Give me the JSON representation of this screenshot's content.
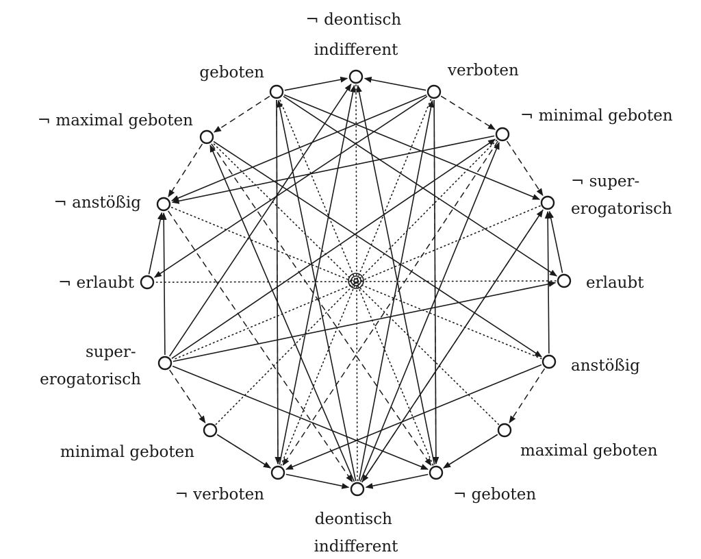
{
  "nodes": [
    {
      "id": "n0",
      "lines": [
        "¬ deontisch",
        "indifferent"
      ]
    },
    {
      "id": "n1",
      "lines": [
        "verboten"
      ]
    },
    {
      "id": "n2",
      "lines": [
        "¬ minimal geboten"
      ]
    },
    {
      "id": "n3",
      "lines": [
        "¬ super-",
        "erogatorisch"
      ]
    },
    {
      "id": "n4",
      "lines": [
        "erlaubt"
      ]
    },
    {
      "id": "n5",
      "lines": [
        "anstößig"
      ]
    },
    {
      "id": "n6",
      "lines": [
        "maximal geboten"
      ]
    },
    {
      "id": "n7",
      "lines": [
        "¬ geboten"
      ]
    },
    {
      "id": "n8",
      "lines": [
        "deontisch",
        "indifferent"
      ]
    },
    {
      "id": "n9",
      "lines": [
        "¬ verboten"
      ]
    },
    {
      "id": "n10",
      "lines": [
        "minimal geboten"
      ]
    },
    {
      "id": "n11",
      "lines": [
        "super-",
        "erogatorisch"
      ]
    },
    {
      "id": "n12",
      "lines": [
        "¬ erlaubt"
      ]
    },
    {
      "id": "n13",
      "lines": [
        "¬ anstößig"
      ]
    },
    {
      "id": "n14",
      "lines": [
        "¬ maximal geboten"
      ]
    },
    {
      "id": "n15",
      "lines": [
        "geboten"
      ]
    }
  ],
  "edges": {
    "dotted": [
      [
        "n0",
        "n8"
      ],
      [
        "n1",
        "n9"
      ],
      [
        "n2",
        "n10"
      ],
      [
        "n3",
        "n11"
      ],
      [
        "n4",
        "n12"
      ],
      [
        "n5",
        "n13"
      ],
      [
        "n6",
        "n14"
      ],
      [
        "n7",
        "n15"
      ]
    ],
    "dashed": [
      [
        "n15",
        "n14"
      ],
      [
        "n14",
        "n13"
      ],
      [
        "n1",
        "n2"
      ],
      [
        "n2",
        "n3"
      ],
      [
        "n11",
        "n10"
      ],
      [
        "n10",
        "n9"
      ],
      [
        "n5",
        "n6"
      ],
      [
        "n6",
        "n7"
      ],
      [
        "n15",
        "n9"
      ],
      [
        "n1",
        "n7"
      ],
      [
        "n13",
        "n8"
      ],
      [
        "n3",
        "n8"
      ],
      [
        "n14",
        "n7"
      ],
      [
        "n2",
        "n9"
      ]
    ],
    "solid": [
      [
        "n15",
        "n0"
      ],
      [
        "n1",
        "n0"
      ],
      [
        "n9",
        "n8"
      ],
      [
        "n7",
        "n8"
      ],
      [
        "n15",
        "n9"
      ],
      [
        "n1",
        "n7"
      ],
      [
        "n12",
        "n13"
      ],
      [
        "n11",
        "n13"
      ],
      [
        "n5",
        "n3"
      ],
      [
        "n4",
        "n3"
      ],
      [
        "n15",
        "n3"
      ],
      [
        "n15",
        "n4"
      ],
      [
        "n1",
        "n13"
      ],
      [
        "n1",
        "n12"
      ],
      [
        "n11",
        "n0"
      ],
      [
        "n11",
        "n2"
      ],
      [
        "n11",
        "n4"
      ],
      [
        "n11",
        "n7"
      ],
      [
        "n8",
        "n15"
      ],
      [
        "n8",
        "n1"
      ],
      [
        "n8",
        "n2"
      ],
      [
        "n8",
        "n3"
      ],
      [
        "n8",
        "n14"
      ],
      [
        "n5",
        "n9"
      ],
      [
        "n14",
        "n5"
      ],
      [
        "n2",
        "n13"
      ],
      [
        "n10",
        "n9"
      ],
      [
        "n6",
        "n7"
      ],
      [
        "n9",
        "n0"
      ],
      [
        "n7",
        "n0"
      ]
    ]
  }
}
